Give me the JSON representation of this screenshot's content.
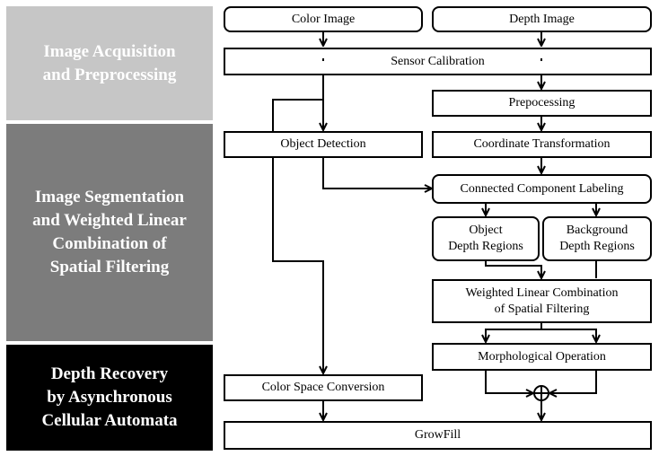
{
  "colors": {
    "stage1_bg": "#c6c6c6",
    "stage2_bg": "#7c7c7c",
    "stage3_bg": "#000000",
    "box_border": "#000000",
    "line": "#000000"
  },
  "stages": [
    {
      "label": "Image Acquisition\nand Preprocessing"
    },
    {
      "label": "Image Segmentation\nand Weighted Linear\nCombination of\nSpatial Filtering"
    },
    {
      "label": "Depth Recovery\nby Asynchronous\nCellular Automata"
    }
  ],
  "nodes": {
    "color_image": "Color Image",
    "depth_image": "Depth Image",
    "sensor_calibration": "Sensor Calibration",
    "preprocessing": "Prepocessing",
    "object_detection": "Object Detection",
    "coordinate_transformation": "Coordinate Transformation",
    "connected_component_labeling": "Connected Component Labeling",
    "object_depth_regions": "Object\nDepth Regions",
    "background_depth_regions": "Background\nDepth Regions",
    "weighted_linear_combination": "Weighted Linear Combination\nof Spatial Filtering",
    "morphological_operation": "Morphological Operation",
    "color_space_conversion": "Color Space Conversion",
    "growfill": "GrowFill"
  },
  "operator_symbol": "⊕"
}
